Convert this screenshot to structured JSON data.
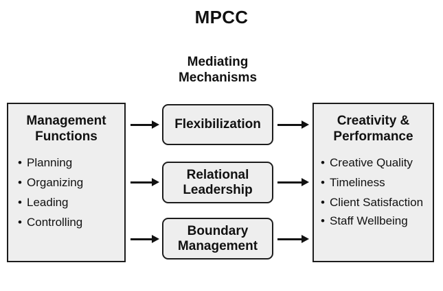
{
  "title": "MPCC",
  "middle_column": {
    "title_line1": "Mediating",
    "title_line2": "Mechanisms",
    "boxes": [
      {
        "line1": "Flexibilization",
        "line2": ""
      },
      {
        "line1": "Relational",
        "line2": "Leadership"
      },
      {
        "line1": "Boundary",
        "line2": "Management"
      }
    ]
  },
  "left_panel": {
    "heading_line1": "Management",
    "heading_line2": "Functions",
    "bullets": [
      "Planning",
      "Organizing",
      "Leading",
      "Controlling"
    ]
  },
  "right_panel": {
    "heading_line1": "Creativity &",
    "heading_line2": "Performance",
    "bullets": [
      "Creative Quality",
      "Timeliness",
      "Client Satisfaction",
      "Staff Wellbeing"
    ]
  },
  "colors": {
    "box_fill": "#eeeeee",
    "box_border": "#1c1c1c",
    "text": "#111111",
    "background": "#ffffff"
  }
}
